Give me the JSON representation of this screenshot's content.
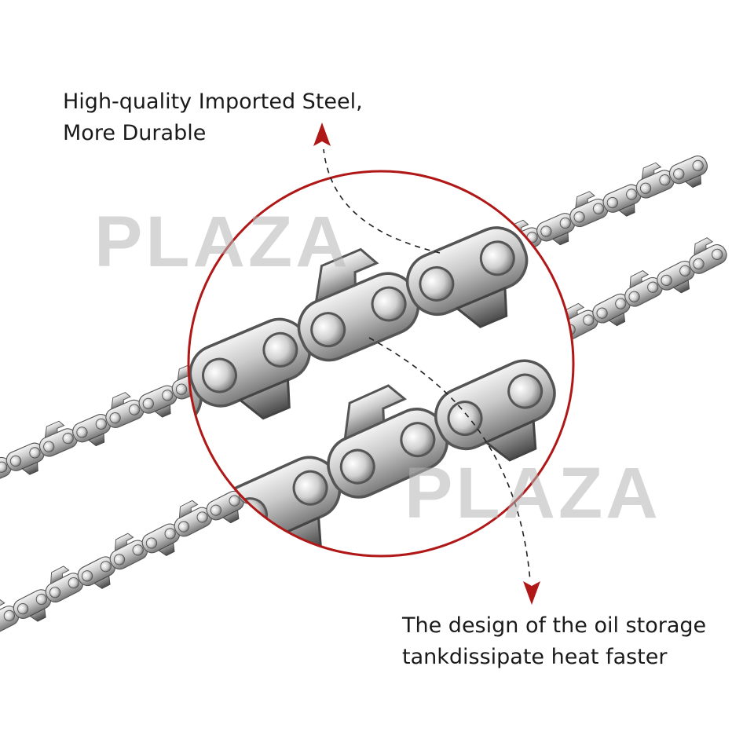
{
  "callouts": {
    "top": {
      "line1": "High-quality Imported Steel,",
      "line2": "More Durable"
    },
    "bottom": {
      "line1": "The design of the oil storage",
      "line2": "tankdissipate heat faster"
    }
  },
  "watermark": {
    "left": "PLAZA",
    "right": "PLAZA"
  },
  "colors": {
    "accent_red": "#b01818",
    "steel_light": "#e8e8e8",
    "steel_dark": "#5a5a5a",
    "text": "#1a1a1a"
  },
  "icons": {
    "top_arrow": "arrow-up-icon",
    "bottom_arrow": "arrow-down-icon"
  }
}
